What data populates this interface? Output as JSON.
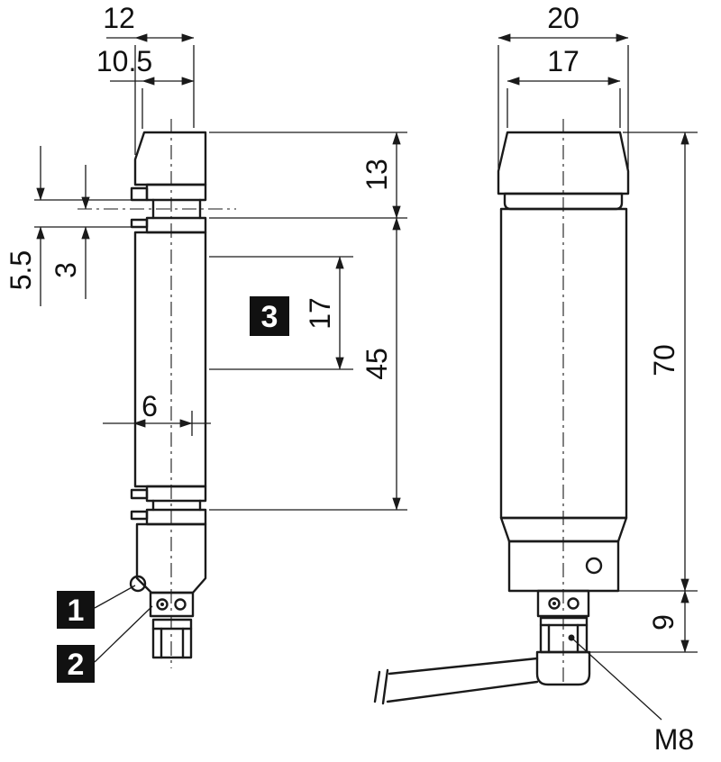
{
  "background": "#ffffff",
  "line_color": "#1a1a1a",
  "callouts": {
    "bg": "#111111",
    "fg": "#ffffff",
    "c1": "1",
    "c2": "2",
    "c3": "3"
  },
  "side_view": {
    "dim_top_width": "12",
    "dim_face_width": "10.5",
    "dim_head_height": "13",
    "dim_body_height": "45",
    "dim_slot_span": "17",
    "dim_slot_width": "6",
    "dim_groove_outer": "5.5",
    "dim_groove_inner": "3"
  },
  "front_view": {
    "dim_top_width": "20",
    "dim_face_width": "17",
    "dim_body_height": "70",
    "dim_connector_height": "9",
    "connector_label": "M8"
  }
}
